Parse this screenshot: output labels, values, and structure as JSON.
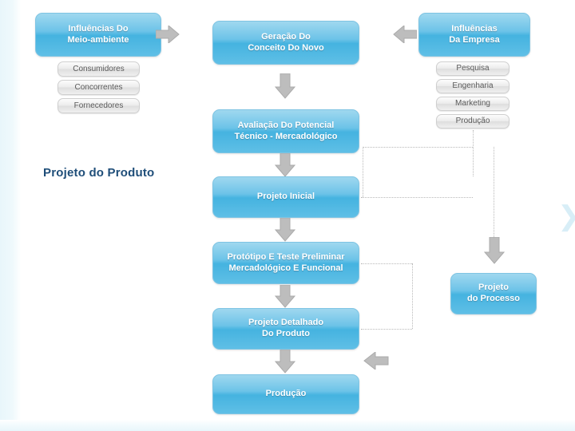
{
  "slide": {
    "title": "Projeto do Produto"
  },
  "process_boxes": [
    {
      "id": "influencias-meio-ambiente",
      "label": "Influências Do\nMeio-ambiente"
    },
    {
      "id": "geracao-conceito",
      "label": "Geração Do\nConceito Do Novo"
    },
    {
      "id": "influencias-empresa",
      "label": "Influências\nDa Empresa"
    },
    {
      "id": "avaliacao-potencial",
      "label": "Avaliação Do Potencial\nTécnico - Mercadológico"
    },
    {
      "id": "projeto-inicial",
      "label": "Projeto Inicial"
    },
    {
      "id": "prototipo-teste",
      "label": "Protótipo E Teste Preliminar\nMercadológico E Funcional"
    },
    {
      "id": "projeto-detalhado",
      "label": "Projeto Detalhado\nDo Produto"
    },
    {
      "id": "producao",
      "label": "Produção"
    },
    {
      "id": "projeto-processo",
      "label": "Projeto\ndo Processo"
    }
  ],
  "left_list": {
    "items": [
      "Consumidores",
      "Concorrentes",
      "Fornecedores"
    ]
  },
  "right_list": {
    "items": [
      "Pesquisa",
      "Engenharia",
      "Marketing",
      "Produção"
    ]
  },
  "icons": {
    "arrow_right": "arrow-right-icon",
    "arrow_left": "arrow-left-icon",
    "arrow_down": "arrow-down-icon",
    "chevron_right": "chevron-right-icon"
  },
  "colors": {
    "box_fill": "#45b3e0",
    "box_border": "#7ec4e3",
    "arrow_gray": "#b6b6b6",
    "title_blue": "#1f4e79",
    "list_gray": "#ececec"
  }
}
